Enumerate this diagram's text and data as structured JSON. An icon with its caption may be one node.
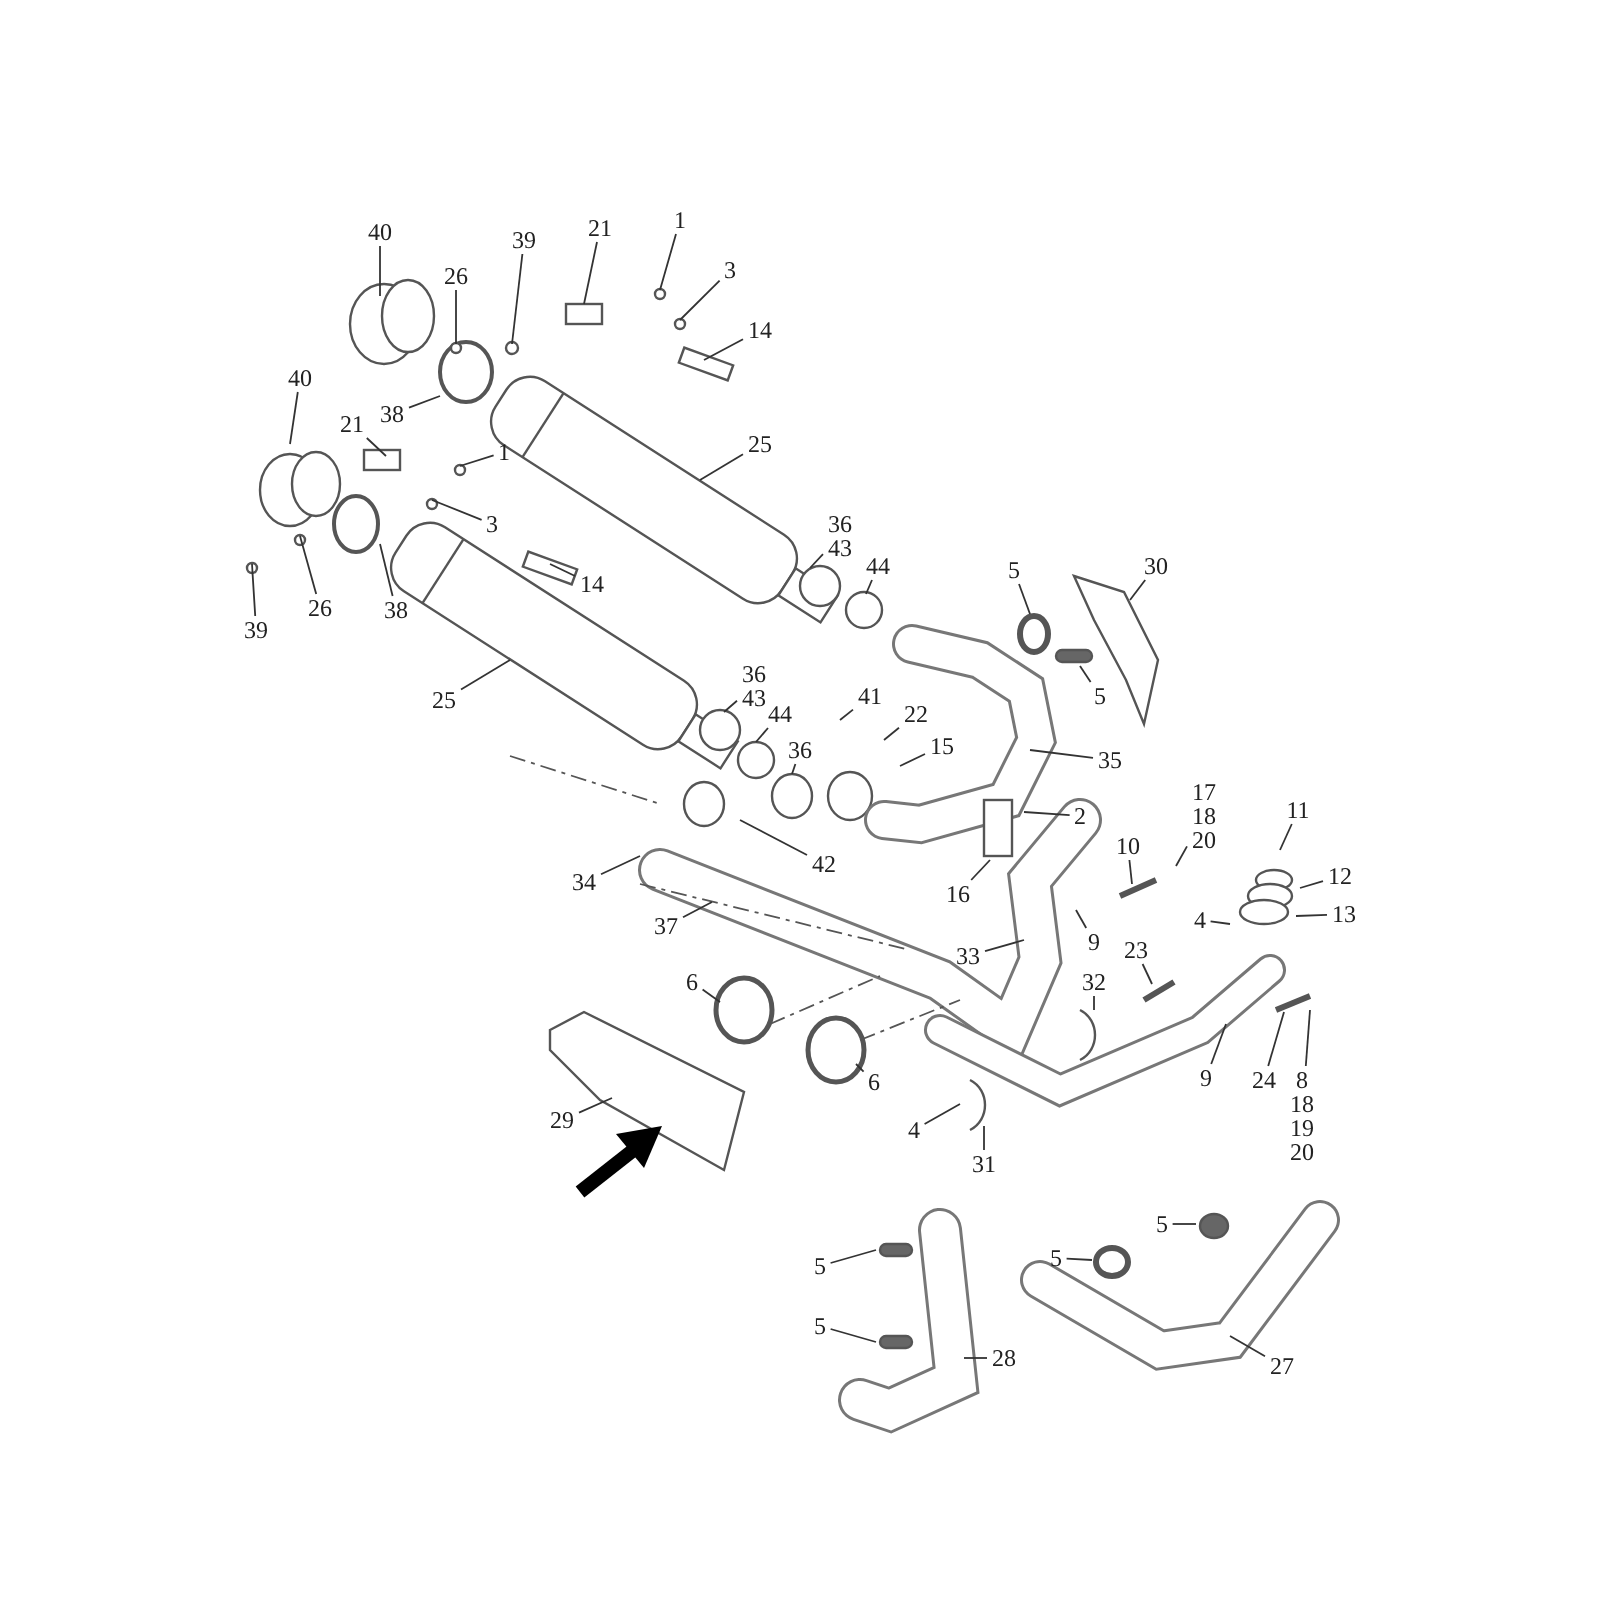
{
  "diagram": {
    "nodes": [
      {
        "text": [
          "1"
        ]
      },
      {
        "text": [
          "3"
        ]
      },
      {
        "text": [
          "14"
        ]
      },
      {
        "text": [
          "21"
        ]
      },
      {
        "text": [
          "39"
        ]
      },
      {
        "text": [
          "26"
        ]
      },
      {
        "text": [
          "40"
        ]
      },
      {
        "text": [
          "38"
        ]
      },
      {
        "text": [
          "25"
        ]
      },
      {
        "text": [
          "40"
        ]
      },
      {
        "text": [
          "21"
        ]
      },
      {
        "text": [
          "1"
        ]
      },
      {
        "text": [
          "3"
        ]
      },
      {
        "text": [
          "14"
        ]
      },
      {
        "text": [
          "39"
        ]
      },
      {
        "text": [
          "26"
        ]
      },
      {
        "text": [
          "38"
        ]
      },
      {
        "text": [
          "25"
        ]
      },
      {
        "text": [
          "36",
          "43"
        ]
      },
      {
        "text": [
          "44"
        ]
      },
      {
        "text": [
          "5"
        ]
      },
      {
        "text": [
          "30"
        ]
      },
      {
        "text": [
          "5"
        ]
      },
      {
        "text": [
          "36",
          "43"
        ]
      },
      {
        "text": [
          "44"
        ]
      },
      {
        "text": [
          "41"
        ]
      },
      {
        "text": [
          "22"
        ]
      },
      {
        "text": [
          "15"
        ]
      },
      {
        "text": [
          "36"
        ]
      },
      {
        "text": [
          "35"
        ]
      },
      {
        "text": [
          "2"
        ]
      },
      {
        "text": [
          "42"
        ]
      },
      {
        "text": [
          "16"
        ]
      },
      {
        "text": [
          "34"
        ]
      },
      {
        "text": [
          "37"
        ]
      },
      {
        "text": [
          "10"
        ]
      },
      {
        "text": [
          "17",
          "18",
          "20"
        ]
      },
      {
        "text": [
          "11"
        ]
      },
      {
        "text": [
          "12"
        ]
      },
      {
        "text": [
          "13"
        ]
      },
      {
        "text": [
          "4"
        ]
      },
      {
        "text": [
          "9"
        ]
      },
      {
        "text": [
          "33"
        ]
      },
      {
        "text": [
          "23"
        ]
      },
      {
        "text": [
          "32"
        ]
      },
      {
        "text": [
          "9"
        ]
      },
      {
        "text": [
          "24"
        ]
      },
      {
        "text": [
          "8",
          "18",
          "19",
          "20"
        ]
      },
      {
        "text": [
          "6"
        ]
      },
      {
        "text": [
          "6"
        ]
      },
      {
        "text": [
          "29"
        ]
      },
      {
        "text": [
          "4"
        ]
      },
      {
        "text": [
          "31"
        ]
      },
      {
        "text": [
          "5"
        ]
      },
      {
        "text": [
          "5"
        ]
      },
      {
        "text": [
          "28"
        ]
      },
      {
        "text": [
          "5"
        ]
      },
      {
        "text": [
          "5"
        ]
      },
      {
        "text": [
          "27"
        ]
      }
    ],
    "edges": [
      {
        "from": 0,
        "to": null,
        "arrow": "none"
      },
      {
        "from": 1,
        "to": null,
        "arrow": "none"
      },
      {
        "from": 2,
        "to": null,
        "arrow": "none"
      },
      {
        "from": 3,
        "to": null,
        "arrow": "none"
      },
      {
        "from": 4,
        "to": null,
        "arrow": "none"
      },
      {
        "from": 5,
        "to": null,
        "arrow": "none"
      },
      {
        "from": 6,
        "to": null,
        "arrow": "none"
      },
      {
        "from": 7,
        "to": null,
        "arrow": "none"
      },
      {
        "from": 8,
        "to": null,
        "arrow": "none"
      },
      {
        "from": 9,
        "to": null,
        "arrow": "none"
      },
      {
        "from": 10,
        "to": null,
        "arrow": "none"
      },
      {
        "from": 11,
        "to": null,
        "arrow": "none"
      },
      {
        "from": 12,
        "to": null,
        "arrow": "none"
      },
      {
        "from": 13,
        "to": null,
        "arrow": "none"
      },
      {
        "from": 14,
        "to": null,
        "arrow": "none"
      },
      {
        "from": 15,
        "to": null,
        "arrow": "none"
      },
      {
        "from": 16,
        "to": null,
        "arrow": "none"
      },
      {
        "from": 17,
        "to": null,
        "arrow": "none"
      },
      {
        "from": 18,
        "to": null,
        "arrow": "none"
      },
      {
        "from": 19,
        "to": null,
        "arrow": "none"
      },
      {
        "from": 20,
        "to": null,
        "arrow": "none"
      },
      {
        "from": 21,
        "to": null,
        "arrow": "none"
      },
      {
        "from": 22,
        "to": null,
        "arrow": "none"
      },
      {
        "from": 23,
        "to": null,
        "arrow": "none"
      },
      {
        "from": 24,
        "to": null,
        "arrow": "none"
      },
      {
        "from": 25,
        "to": null,
        "arrow": "none"
      },
      {
        "from": 26,
        "to": null,
        "arrow": "none"
      },
      {
        "from": 27,
        "to": null,
        "arrow": "none"
      },
      {
        "from": 28,
        "to": null,
        "arrow": "none"
      },
      {
        "from": 29,
        "to": null,
        "arrow": "none"
      },
      {
        "from": 30,
        "to": null,
        "arrow": "none"
      },
      {
        "from": 31,
        "to": null,
        "arrow": "none"
      },
      {
        "from": 32,
        "to": null,
        "arrow": "none"
      },
      {
        "from": 33,
        "to": null,
        "arrow": "none"
      },
      {
        "from": 34,
        "to": null,
        "arrow": "none"
      },
      {
        "from": 35,
        "to": null,
        "arrow": "none"
      },
      {
        "from": 36,
        "to": null,
        "arrow": "none"
      },
      {
        "from": 37,
        "to": null,
        "arrow": "none"
      },
      {
        "from": 38,
        "to": null,
        "arrow": "none"
      },
      {
        "from": 39,
        "to": null,
        "arrow": "none"
      },
      {
        "from": 40,
        "to": null,
        "arrow": "none"
      },
      {
        "from": 41,
        "to": null,
        "arrow": "none"
      },
      {
        "from": 42,
        "to": null,
        "arrow": "none"
      },
      {
        "from": 43,
        "to": null,
        "arrow": "none"
      },
      {
        "from": 44,
        "to": null,
        "arrow": "none"
      },
      {
        "from": 45,
        "to": null,
        "arrow": "none"
      },
      {
        "from": 46,
        "to": null,
        "arrow": "none"
      },
      {
        "from": 47,
        "to": null,
        "arrow": "none"
      },
      {
        "from": 48,
        "to": null,
        "arrow": "none"
      },
      {
        "from": 49,
        "to": null,
        "arrow": "none"
      },
      {
        "from": 50,
        "to": null,
        "arrow": "none"
      },
      {
        "from": 51,
        "to": null,
        "arrow": "none"
      },
      {
        "from": 52,
        "to": null,
        "arrow": "none"
      },
      {
        "from": 53,
        "to": null,
        "arrow": "none"
      },
      {
        "from": 54,
        "to": null,
        "arrow": "none"
      },
      {
        "from": 55,
        "to": null,
        "arrow": "none"
      },
      {
        "from": 56,
        "to": null,
        "arrow": "none"
      },
      {
        "from": 57,
        "to": null,
        "arrow": "none"
      },
      {
        "from": 58,
        "to": null,
        "arrow": "none"
      }
    ]
  }
}
